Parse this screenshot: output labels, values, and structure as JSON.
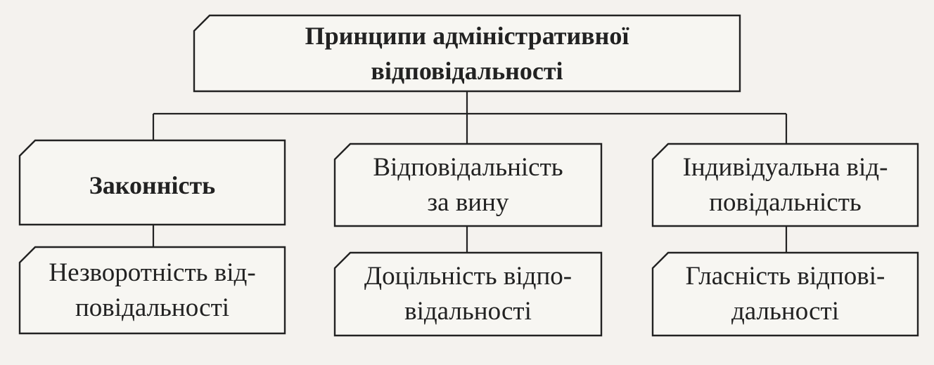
{
  "diagram": {
    "root": {
      "text": "Принципи адміністративної\nвідповідальності"
    },
    "columns": [
      {
        "top": {
          "text": "Законність"
        },
        "bottom": {
          "text": "Незворотність від-\nповідальності"
        }
      },
      {
        "top": {
          "text": "Відповідальність\nза вину"
        },
        "bottom": {
          "text": "Доцільність відпо-\nвідальності"
        }
      },
      {
        "top": {
          "text": "Індивідуальна від-\nповідальність"
        },
        "bottom": {
          "text": "Гласність відпові-\nдальності"
        }
      }
    ]
  }
}
